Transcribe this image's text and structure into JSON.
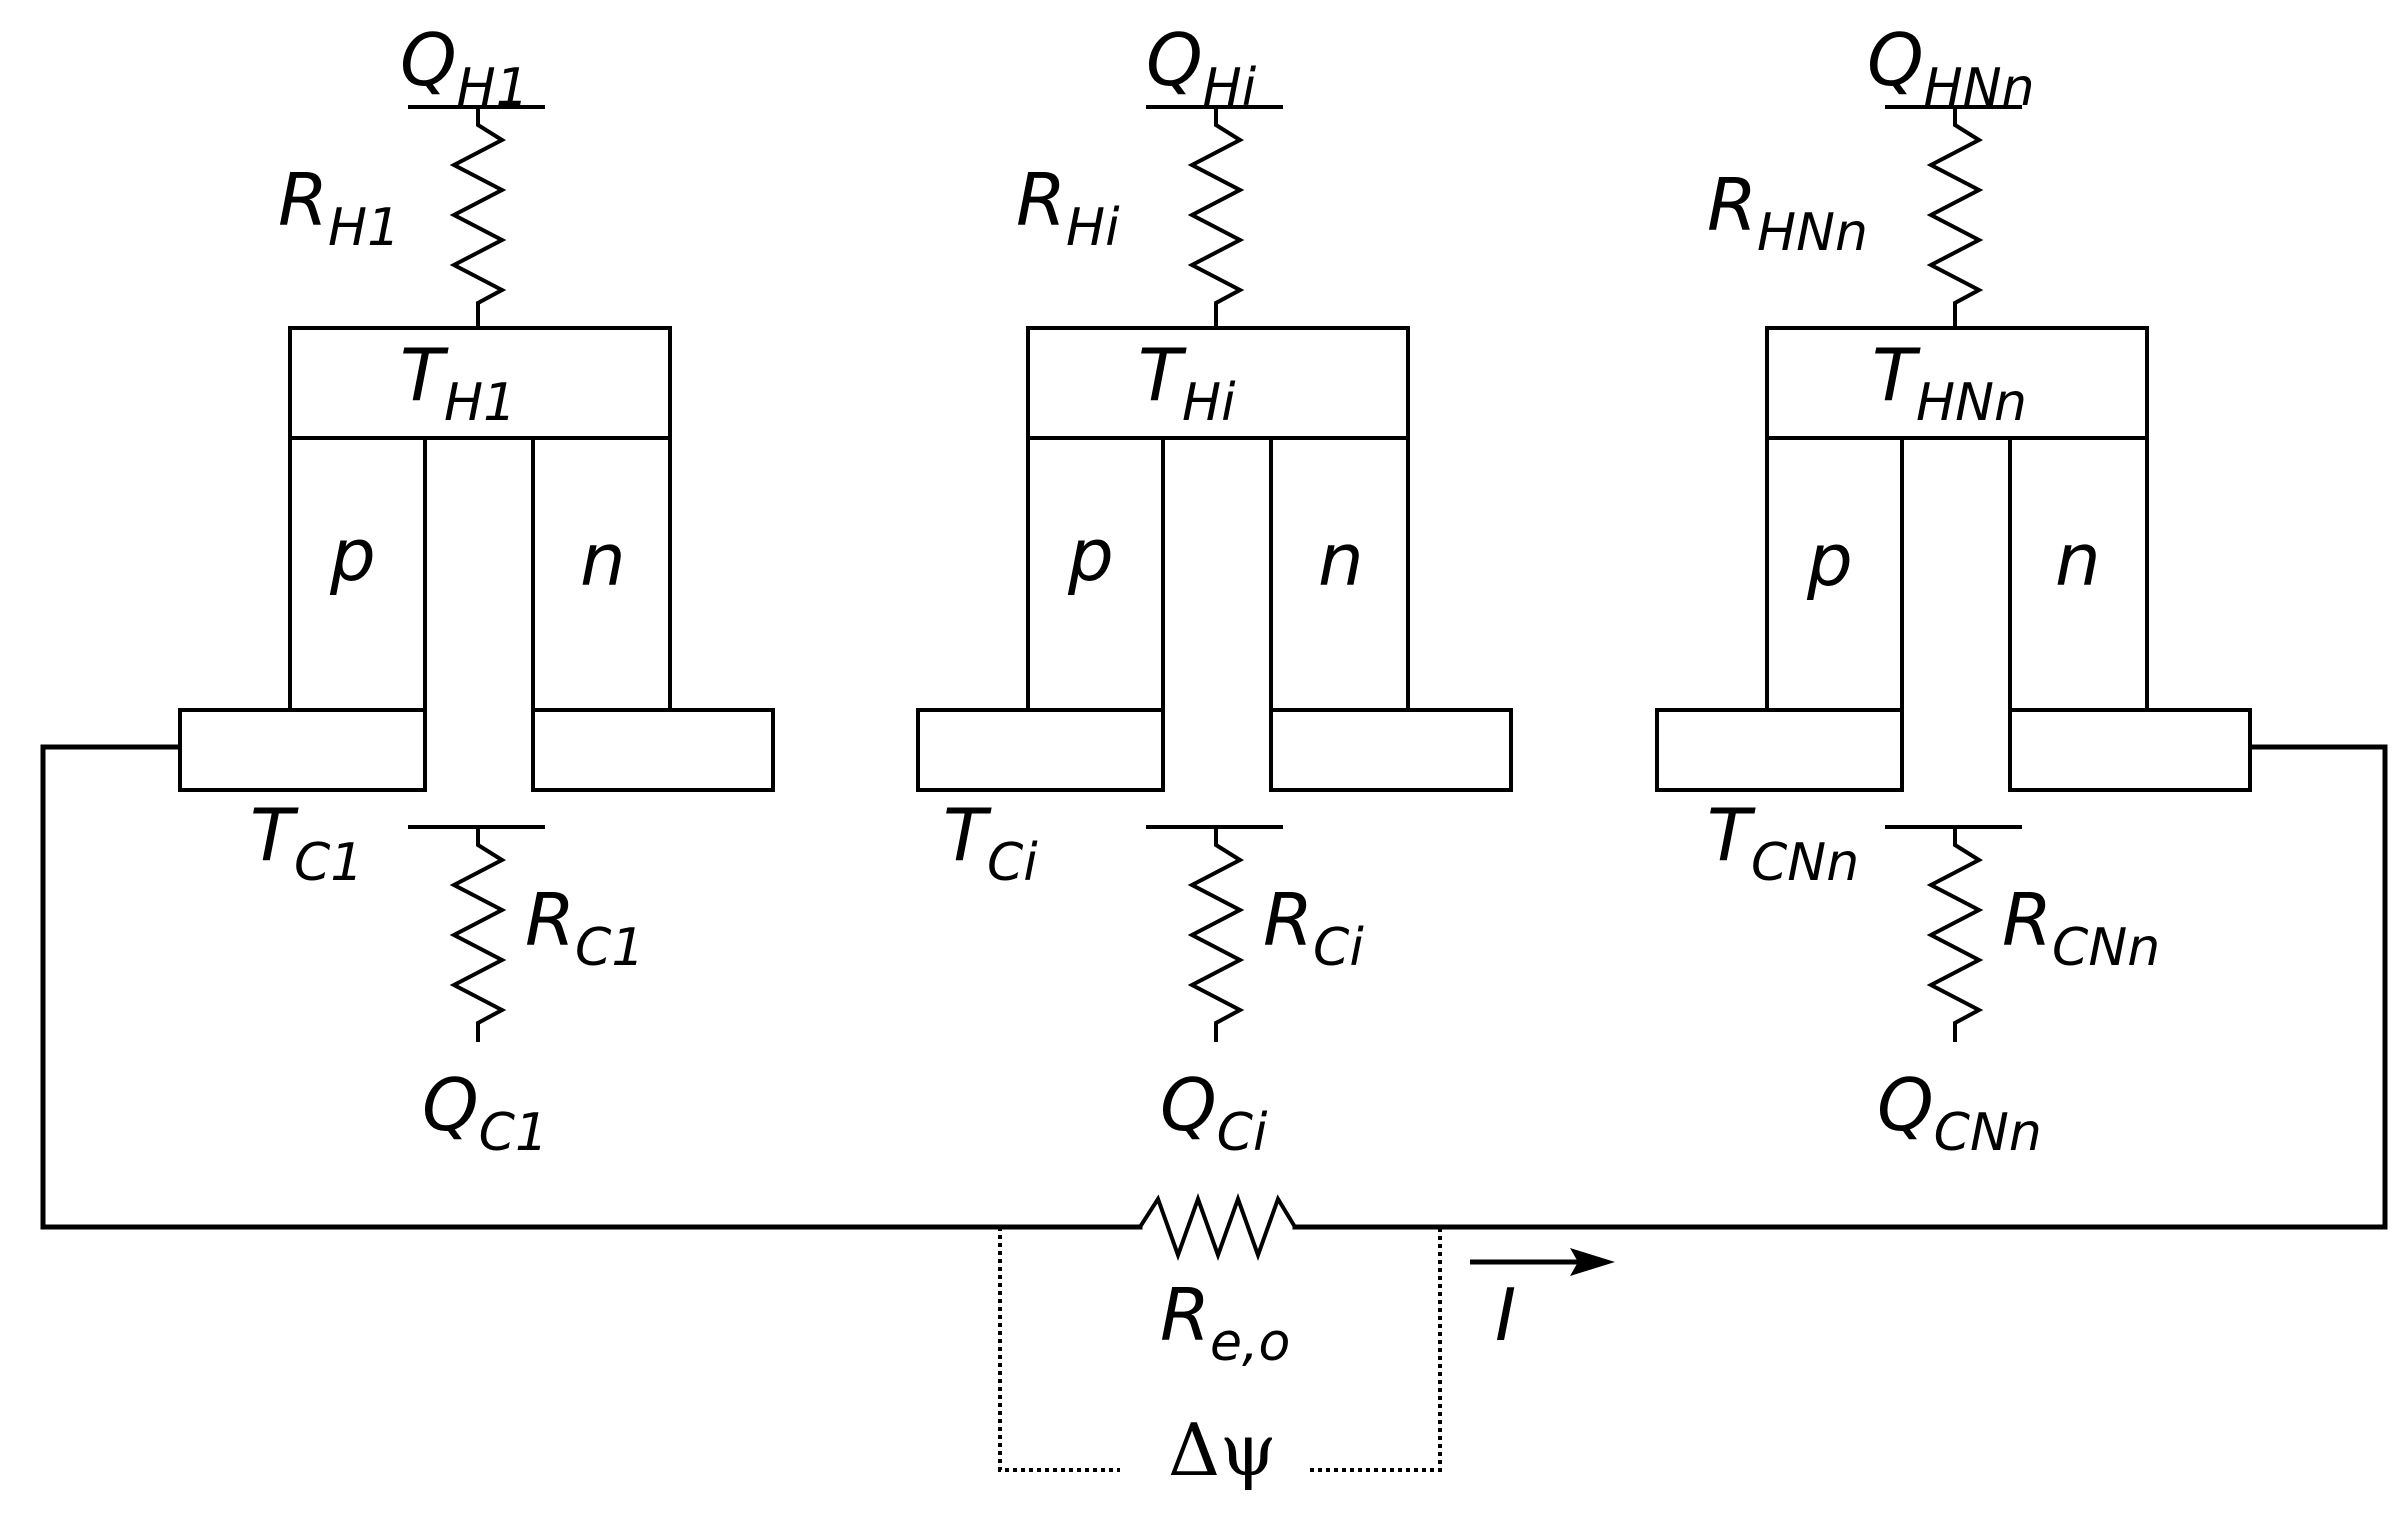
{
  "modules": [
    {
      "id": "1",
      "Q_H": {
        "base": "Q",
        "sub": "H1"
      },
      "R_H": {
        "base": "R",
        "sub": "H1"
      },
      "T_H": {
        "base": "T",
        "sub": "H1"
      },
      "p_leg": "p",
      "n_leg": "n",
      "T_C": {
        "base": "T",
        "sub": "C1"
      },
      "R_C": {
        "base": "R",
        "sub": "C1"
      },
      "Q_C": {
        "base": "Q",
        "sub": "C1"
      }
    },
    {
      "id": "i",
      "Q_H": {
        "base": "Q",
        "sub": "Hi"
      },
      "R_H": {
        "base": "R",
        "sub": "Hi"
      },
      "T_H": {
        "base": "T",
        "sub": "Hi"
      },
      "p_leg": "p",
      "n_leg": "n",
      "T_C": {
        "base": "T",
        "sub": "Ci"
      },
      "R_C": {
        "base": "R",
        "sub": "Ci"
      },
      "Q_C": {
        "base": "Q",
        "sub": "Ci"
      }
    },
    {
      "id": "Nn",
      "Q_H": {
        "base": "Q",
        "sub": "HNn"
      },
      "R_H": {
        "base": "R",
        "sub": "HNn"
      },
      "T_H": {
        "base": "T",
        "sub": "HNn"
      },
      "p_leg": "p",
      "n_leg": "n",
      "T_C": {
        "base": "T",
        "sub": "CNn"
      },
      "R_C": {
        "base": "R",
        "sub": "CNn"
      },
      "Q_C": {
        "base": "Q",
        "sub": "CNn"
      }
    }
  ],
  "load": {
    "resistor": {
      "base": "R",
      "sub": "e,o"
    },
    "voltage": "Δψ",
    "current": "I"
  }
}
